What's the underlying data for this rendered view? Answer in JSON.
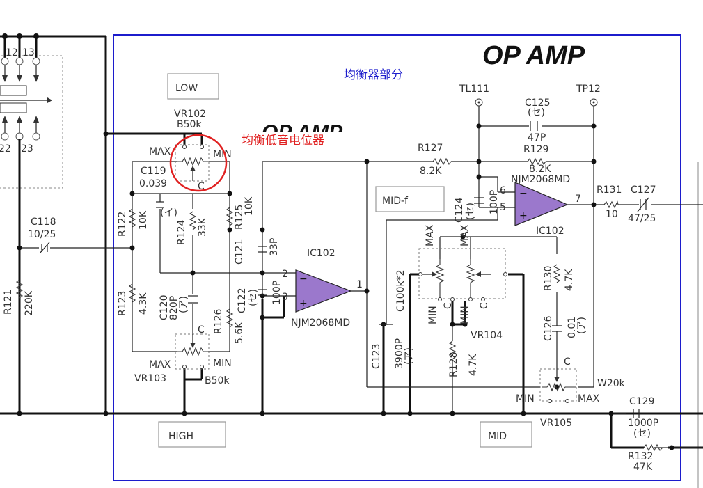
{
  "title": "OP AMP",
  "title_ghost": "OP AMP",
  "section_label": "均衡器部分",
  "callout_label": "均衡低音电位器",
  "boxes": {
    "low": "LOW",
    "high": "HIGH",
    "midf": "MID-f",
    "mid": "MID"
  },
  "ics": {
    "ic102_a": "IC102",
    "ic102_a_part": "NJM2068MD",
    "ic102_b": "IC102",
    "ic102_b_part": "NJM2068MD",
    "pins_a": [
      "2",
      "3",
      "1"
    ],
    "pins_b": [
      "6",
      "5",
      "7"
    ]
  },
  "connector": {
    "pins_top": [
      "12",
      "13"
    ],
    "pins_bottom": [
      "22",
      "23"
    ]
  },
  "test_points": [
    "TL111",
    "TP12"
  ],
  "pots": {
    "vr102": {
      "name": "VR102",
      "value": "B50k",
      "max": "MAX",
      "min": "MIN",
      "c": "C"
    },
    "vr103": {
      "name": "VR103",
      "value": "B50k",
      "max": "MAX",
      "min": "MIN",
      "c": "C"
    },
    "vr104": {
      "name": "VR104",
      "value": "C100k*2",
      "max": "MAX",
      "min": "MIN",
      "c": "C"
    },
    "vr105": {
      "name": "VR105",
      "value": "W20k",
      "max": "MAX",
      "min": "MIN",
      "c": "C"
    }
  },
  "components": {
    "c118": [
      "C118",
      "10/25"
    ],
    "r121": [
      "R121",
      "220K"
    ],
    "r122": [
      "R122",
      "10K"
    ],
    "r123": [
      "R123",
      "4.3K"
    ],
    "c119": [
      "C119",
      "0.039",
      "(イ)"
    ],
    "r124": [
      "R124",
      "33K"
    ],
    "r125": [
      "R125",
      "10K"
    ],
    "c120": [
      "C120",
      "820P",
      "(ア)"
    ],
    "r126": [
      "R126",
      "5.6K"
    ],
    "c121": [
      "C121",
      "33P"
    ],
    "c122": [
      "C122",
      "(セ)",
      "100P"
    ],
    "r127": [
      "R127",
      "8.2K"
    ],
    "r129": [
      "R129",
      "8.2K"
    ],
    "c125": [
      "C125",
      "(セ)",
      "47P"
    ],
    "c124": [
      "C124",
      "(セ)",
      "100P"
    ],
    "r131": [
      "R131",
      "10"
    ],
    "c127": [
      "C127",
      "47/25"
    ],
    "c123": [
      "C123",
      "3900P",
      "(ア)"
    ],
    "r128": [
      "R128",
      "4.7K"
    ],
    "r130": [
      "R130",
      "4.7K"
    ],
    "c126": [
      "C126",
      "0.01",
      "(ア)"
    ],
    "c129": [
      "C129",
      "1000P",
      "(セ)"
    ],
    "r132": [
      "R132",
      "47K"
    ]
  },
  "colors": {
    "amp_fill": "#9b78cc",
    "section_border": "#1c1ccc",
    "callout": "#e02020",
    "section_text": "#1c1ccc"
  }
}
